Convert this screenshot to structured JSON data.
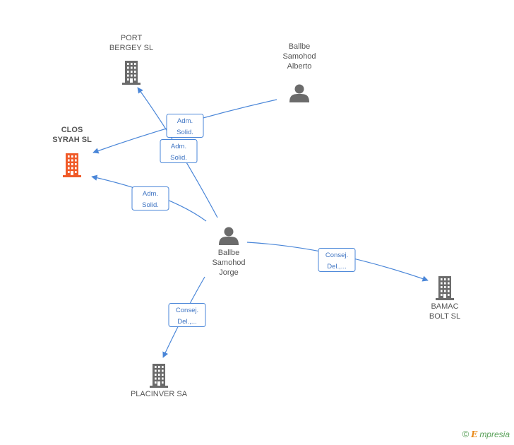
{
  "nodes": [
    {
      "id": "port_bergey",
      "type": "company",
      "lines": [
        "PORT",
        "BERGEY SL"
      ],
      "focus": false
    },
    {
      "id": "clos_syrah",
      "type": "company",
      "lines": [
        "CLOS",
        "SYRAH SL"
      ],
      "focus": true
    },
    {
      "id": "ballbe_alberto",
      "type": "person",
      "lines": [
        "Ballbe",
        "Samohod",
        "Alberto"
      ],
      "focus": false
    },
    {
      "id": "ballbe_jorge",
      "type": "person",
      "lines": [
        "Ballbe",
        "Samohod",
        "Jorge"
      ],
      "focus": false
    },
    {
      "id": "bamac_bolt",
      "type": "company",
      "lines": [
        "BAMAC",
        "BOLT SL"
      ],
      "focus": false
    },
    {
      "id": "placinver",
      "type": "company",
      "lines": [
        "PLACINVER SA"
      ],
      "focus": false
    }
  ],
  "edges": [
    {
      "from": "ballbe_alberto",
      "to": "clos_syrah",
      "lines": [
        "Adm.",
        "Solid."
      ]
    },
    {
      "from": "ballbe_jorge",
      "to": "port_bergey",
      "lines": [
        "Adm.",
        "Solid."
      ]
    },
    {
      "from": "ballbe_jorge",
      "to": "clos_syrah",
      "lines": [
        "Adm.",
        "Solid."
      ]
    },
    {
      "from": "ballbe_jorge",
      "to": "bamac_bolt",
      "lines": [
        "Consej.",
        "Del.,..."
      ]
    },
    {
      "from": "ballbe_jorge",
      "to": "placinver",
      "lines": [
        "Consej.",
        "Del.,..."
      ]
    }
  ],
  "colors": {
    "company": "#6b6b6b",
    "focus_company": "#f05a28",
    "person": "#6b6b6b",
    "edge": "#4a86d8"
  },
  "watermark": {
    "symbol": "©",
    "brand_first": "E",
    "brand_rest": "mpresia"
  }
}
